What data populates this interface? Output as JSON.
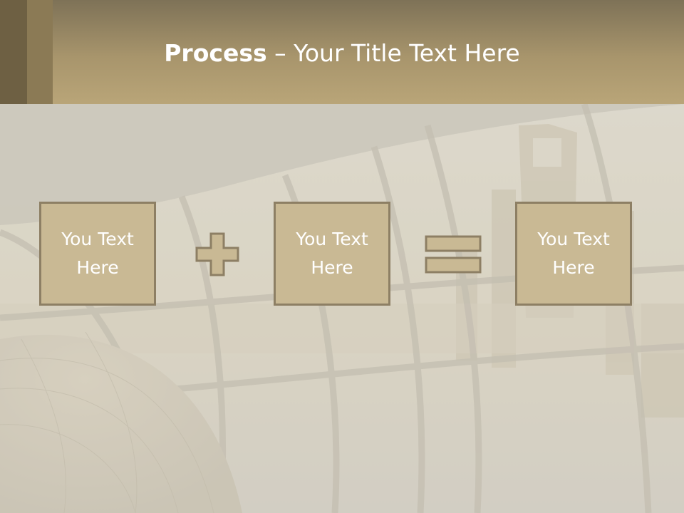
{
  "slide": {
    "title_bold": "Process",
    "title_rest": " – Your Title Text Here",
    "boxes": [
      "You Text\nHere",
      "You Text\nHere",
      "You Text\nHere"
    ],
    "operators": [
      "plus-icon",
      "equals-icon"
    ]
  },
  "colors": {
    "header": "#a8956c",
    "box_fill": "#c9b994",
    "box_border": "#8d7f64",
    "text": "#ffffff"
  }
}
